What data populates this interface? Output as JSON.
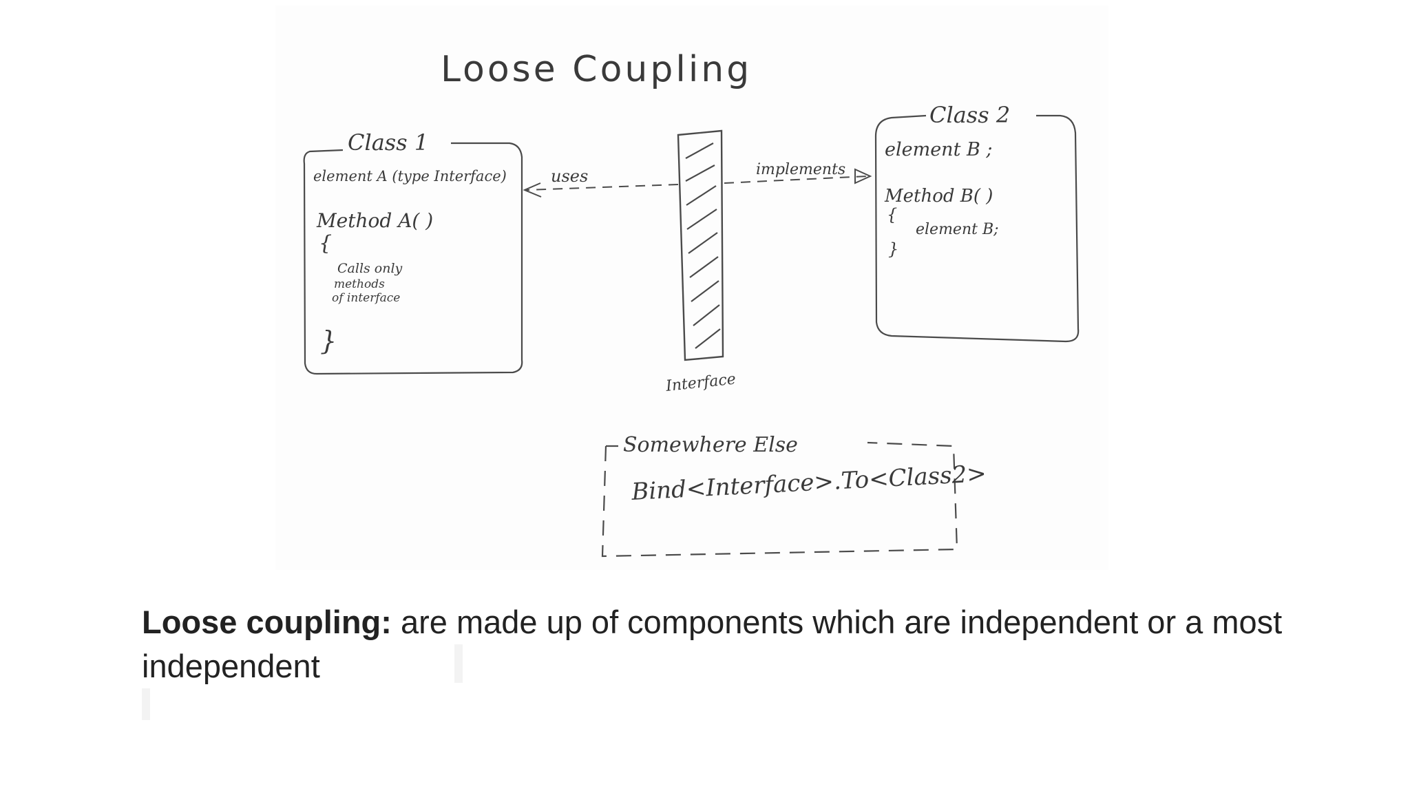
{
  "diagram": {
    "title": "Loose Coupling",
    "class1": {
      "label": "Class 1",
      "element": "element A (type Interface)",
      "method": "Method A( )",
      "open_brace": "{",
      "body_lines": [
        "Calls only",
        "methods",
        "of interface"
      ],
      "close_brace": "}"
    },
    "uses_label": "uses",
    "implements_label": "implements",
    "interface_label": "Interface",
    "class2": {
      "label": "Class 2",
      "element": "element B ;",
      "method": "Method B( )",
      "open_brace": "{",
      "body": "element B;",
      "close_brace": "}"
    },
    "binding": {
      "label": "Somewhere Else",
      "code": "Bind<Interface>.To<Class2>"
    }
  },
  "caption": {
    "term": "Loose coupling:",
    "text": " are made up of components which are independent or a most independent"
  }
}
